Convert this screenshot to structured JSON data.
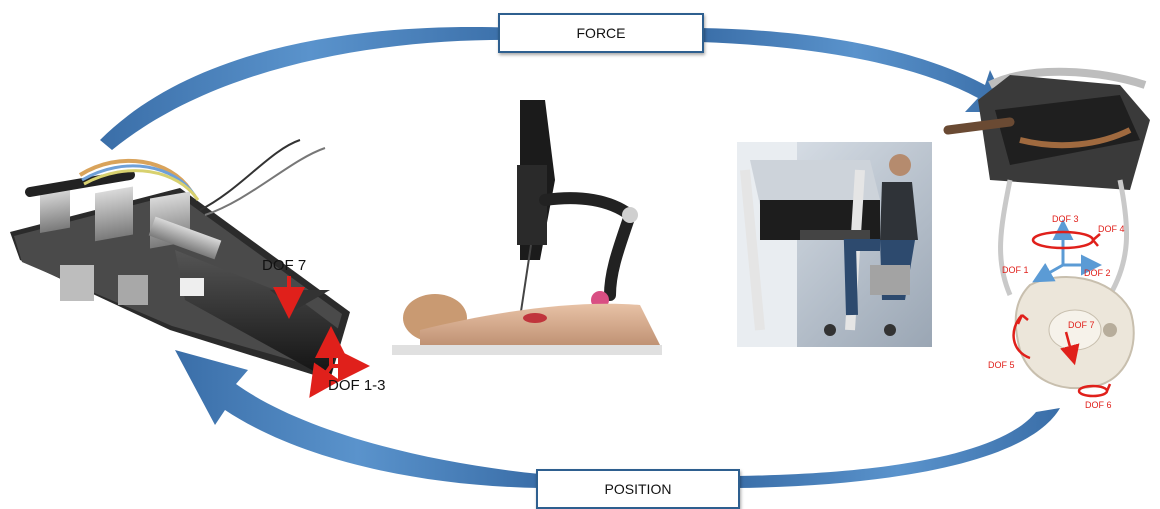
{
  "labels": {
    "force": "FORCE",
    "position": "POSITION"
  },
  "left_device": {
    "dof_gripper": "DOF 7",
    "dof_translation": "DOF 1-3"
  },
  "right_device": {
    "dof1": "DOF 1",
    "dof2": "DOF 2",
    "dof3": "DOF 3",
    "dof4": "DOF 4",
    "dof5": "DOF 5",
    "dof6": "DOF 6",
    "dof7": "DOF 7"
  },
  "colors": {
    "arrow_blue": "#4f86c0",
    "arrow_dark": "#2f5e93",
    "dof_red": "#e0201b",
    "axis_blue": "#5b9bd5"
  }
}
